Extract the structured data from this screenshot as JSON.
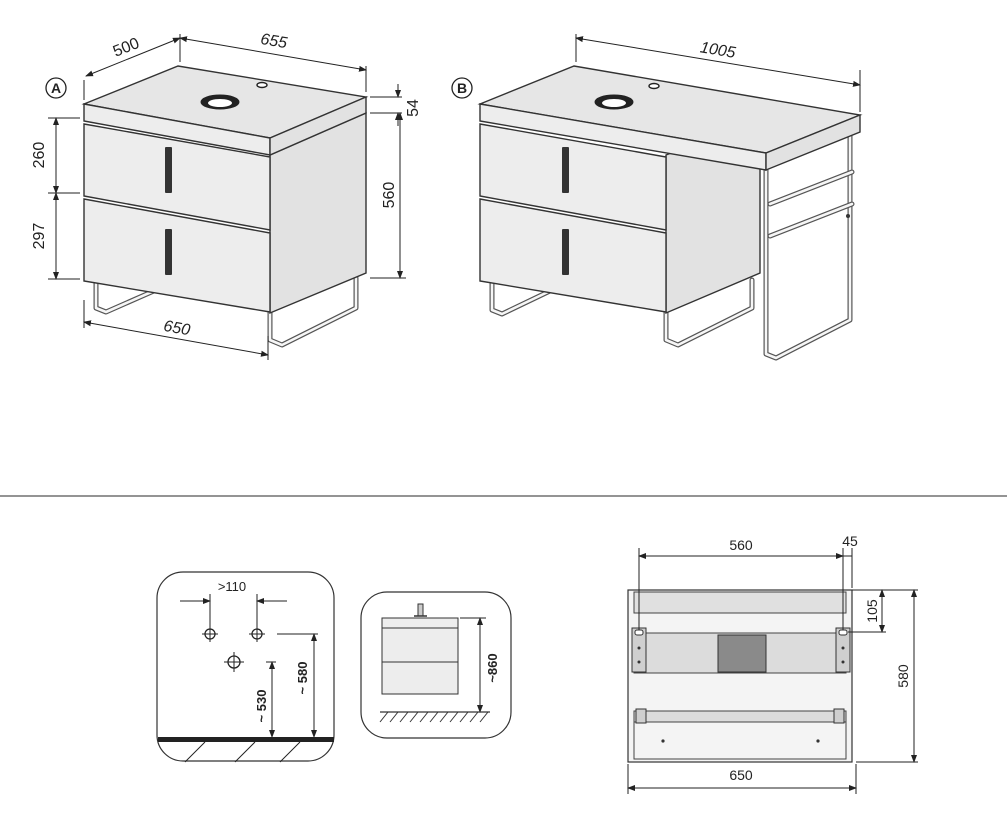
{
  "view_a": {
    "label": "A",
    "dim_depth": "500",
    "dim_top_width": "655",
    "dim_top_thickness": "54",
    "dim_height": "560",
    "dim_drawer_top": "260",
    "dim_drawer_bottom": "297",
    "dim_width": "650"
  },
  "view_b": {
    "label": "B",
    "dim_top_width": "1005"
  },
  "installation": {
    "dim_tap_spacing": ">110",
    "dim_drain_height": "~ 530",
    "dim_supply_height": "~ 580",
    "dim_sink_height": "~860"
  },
  "rear_view": {
    "dim_hole_spacing": "560",
    "dim_side_offset": "45",
    "dim_top_offset": "105",
    "dim_height": "580",
    "dim_width": "650"
  },
  "colors": {
    "line": "#333333",
    "panel": "#ededed",
    "dark_block": "#8a8a8a"
  }
}
